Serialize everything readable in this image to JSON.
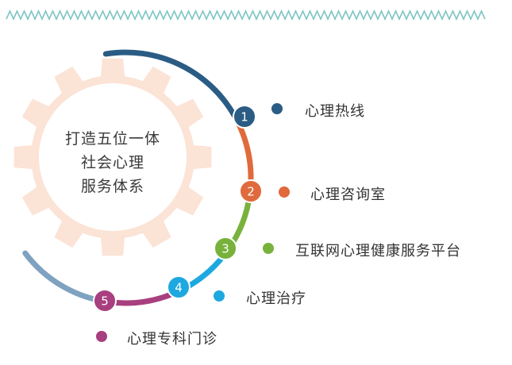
{
  "center": {
    "lines": [
      "打造五位一体",
      "社会心理",
      "服务体系"
    ]
  },
  "items": [
    {
      "number": "1",
      "label": "心理热线",
      "color": "#2a5c84"
    },
    {
      "number": "2",
      "label": "心理咨询室",
      "color": "#e06a3b"
    },
    {
      "number": "3",
      "label": "互联网心理健康服务平台",
      "color": "#78b23c"
    },
    {
      "number": "4",
      "label": "心理治疗",
      "color": "#1ea8e0"
    },
    {
      "number": "5",
      "label": "心理专科门诊",
      "color": "#a83f7e"
    }
  ],
  "colors": {
    "gear": "#fbe3d6",
    "zigzag": "#7fc4c4",
    "arc_tail": "#7fa2c0"
  }
}
